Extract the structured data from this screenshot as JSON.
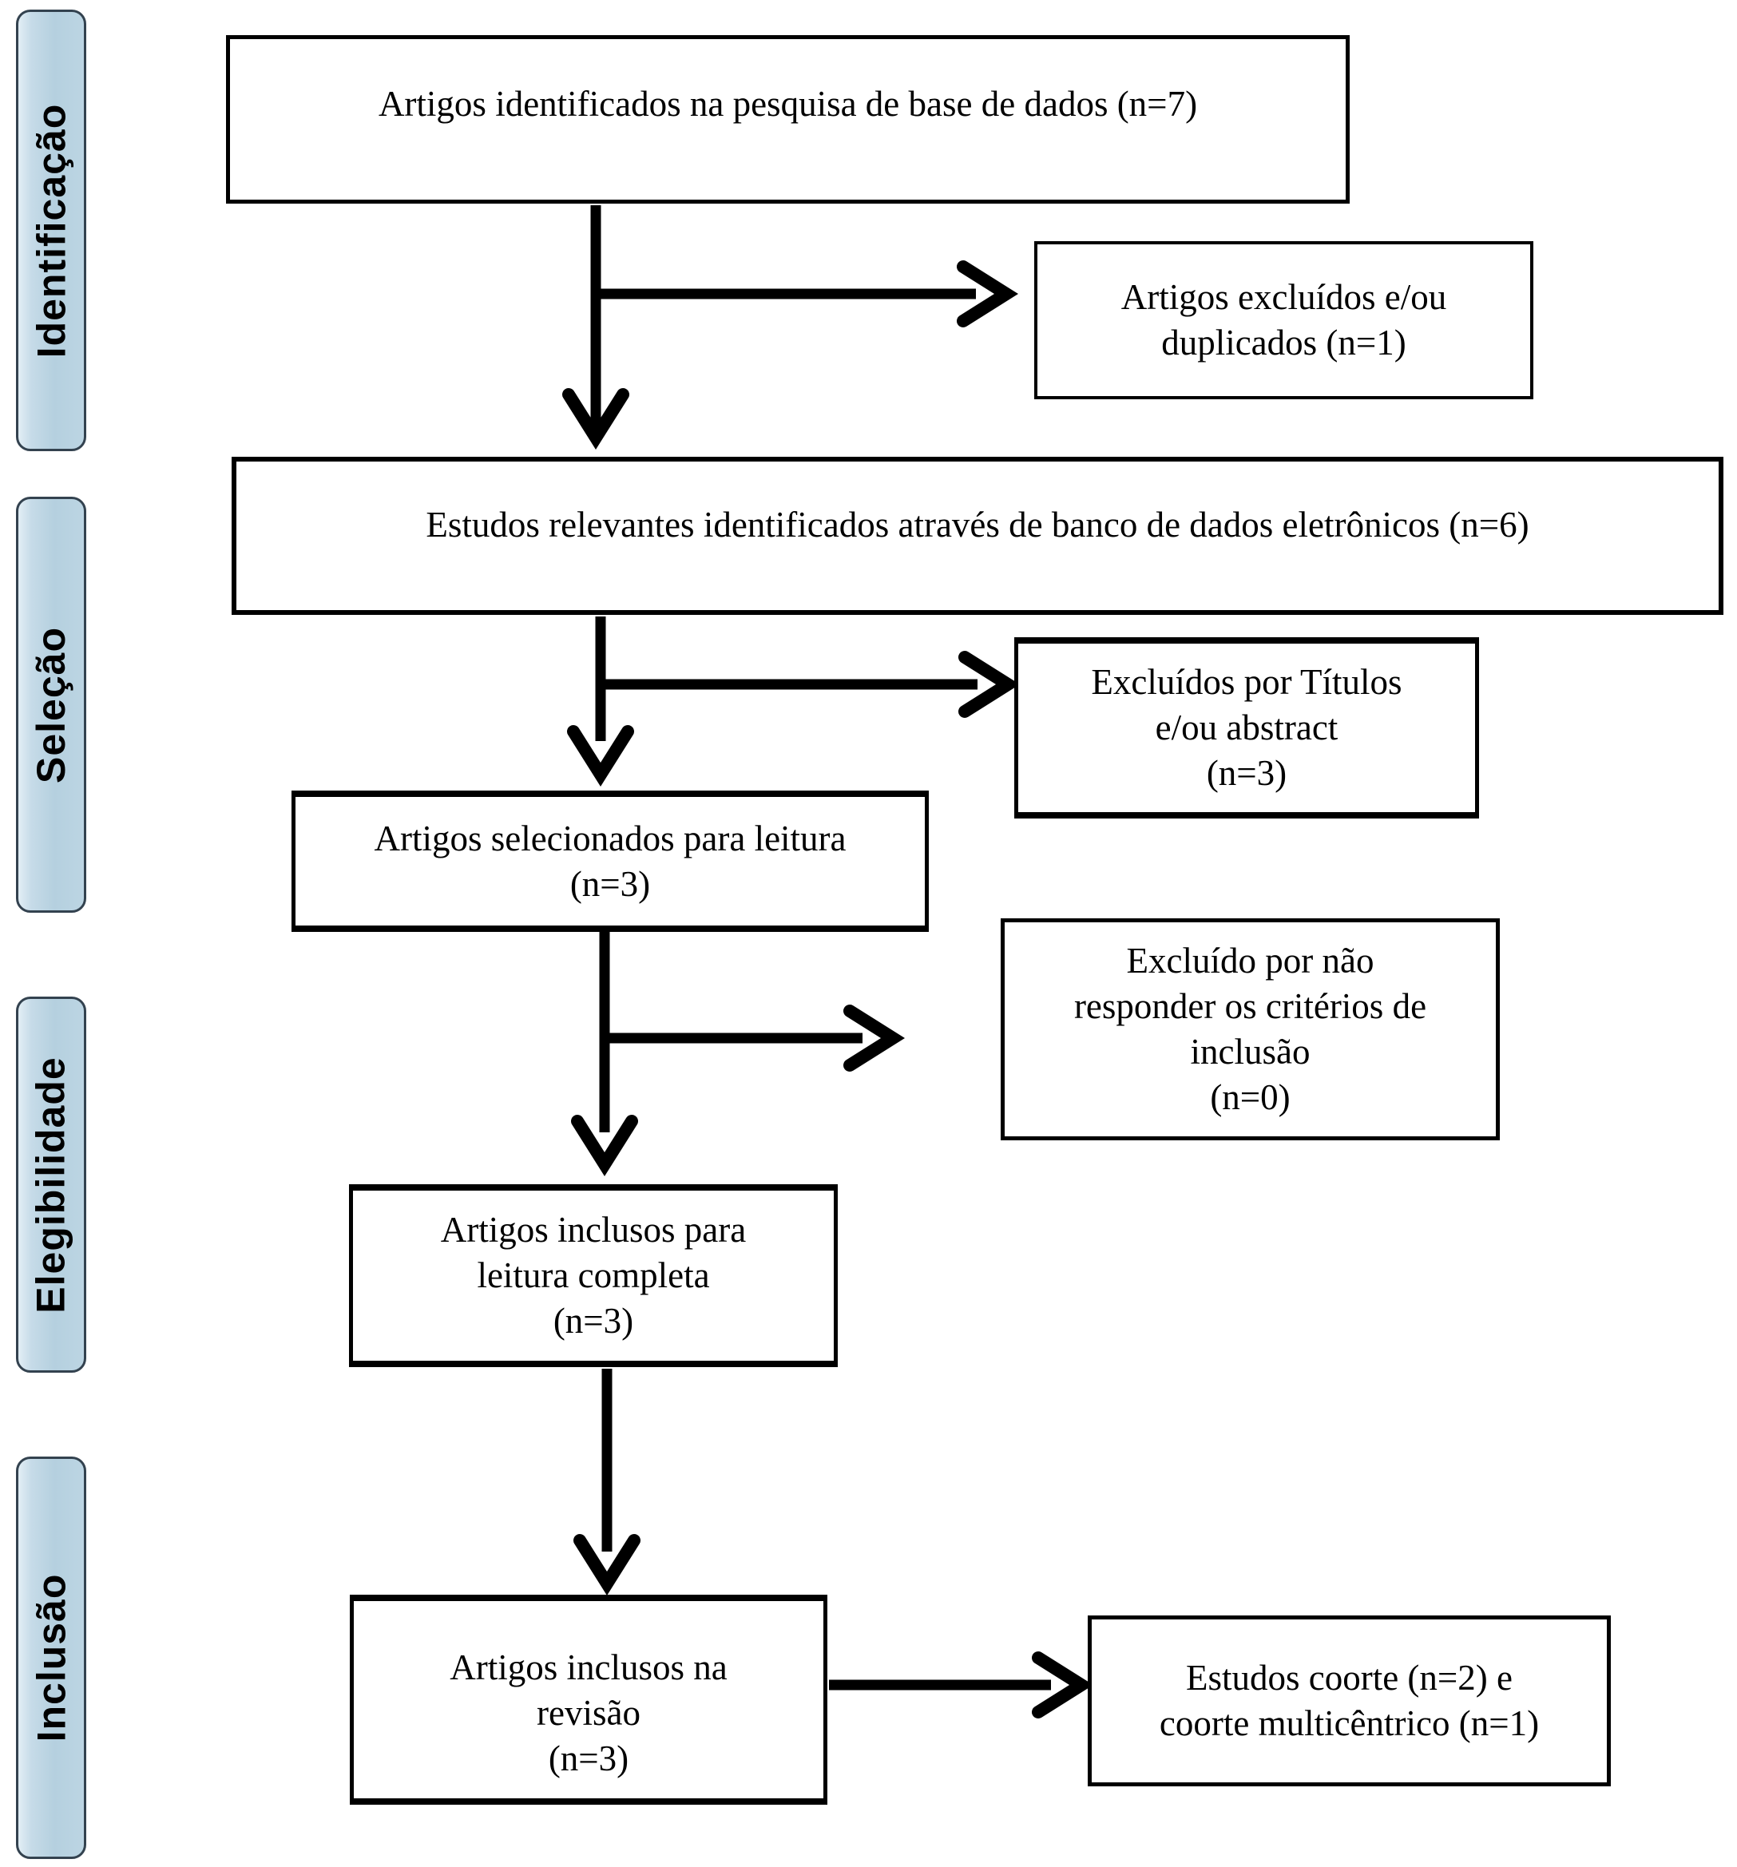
{
  "figure": {
    "kind": "PRISMA flow diagram",
    "language": "pt-BR",
    "background_color": "#ffffff",
    "box_border_color": "#000000",
    "arrow_color": "#000000"
  },
  "sidebar": {
    "fill_color": "#bcd5e3",
    "border_color": "#33424f",
    "stages": [
      {
        "label": "Identificação"
      },
      {
        "label": "Seleção"
      },
      {
        "label": "Elegibilidade"
      },
      {
        "label": "Inclusão"
      }
    ]
  },
  "flow": {
    "main_boxes": [
      {
        "id": "identified",
        "n": 7,
        "text": "Artigos identificados na pesquisa de base de dados (n=7)"
      },
      {
        "id": "relevant",
        "n": 6,
        "text": "Estudos relevantes identificados através de banco de dados eletrônicos (n=6)"
      },
      {
        "id": "selected",
        "n": 3,
        "text": "Artigos selecionados para leitura\n(n=3)"
      },
      {
        "id": "full_read",
        "n": 3,
        "text": "Artigos inclusos para\nleitura completa\n(n=3)"
      },
      {
        "id": "included",
        "n": 3,
        "text": "Artigos inclusos na\nrevisão\n(n=3)"
      }
    ],
    "side_boxes": [
      {
        "id": "excluded_duplicates",
        "n": 1,
        "text": "Artigos excluídos e/ou\nduplicados (n=1)"
      },
      {
        "id": "excluded_title_abstract",
        "n": 3,
        "text": "Excluídos por Títulos\ne/ou abstract\n(n=3)"
      },
      {
        "id": "excluded_criteria",
        "n": 0,
        "text": "Excluído por não\nresponder os critérios de\ninclusão\n(n=0)"
      },
      {
        "id": "study_types",
        "text": "Estudos coorte (n=2) e\ncoorte multicêntrico (n=1)"
      }
    ]
  }
}
